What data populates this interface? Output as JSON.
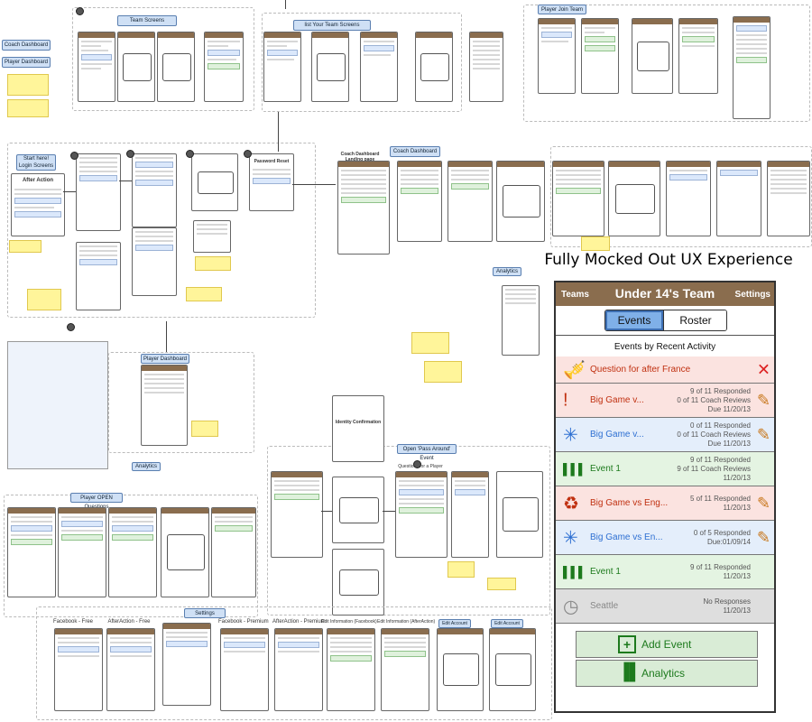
{
  "headline": "Fully Mocked Out UX Experience",
  "labels": {
    "team_screens": "Team Screens",
    "list_your_team": "list Your Team Screens",
    "player_join_team": "Player Join Team",
    "coach_dashboard": "Coach Dashboard",
    "player_dashboard": "Player Dashboard",
    "start_login": "Start here! Login Screens",
    "after_action": "After Action",
    "coach_dashboard_landing": "Coach Dashboard Landing page",
    "coach_dashboard2": "Coach Dashboard",
    "analytics": "Analytics",
    "open_pass_around": "Open 'Pass Around' Event",
    "player_open_questions": "Player OPEN Questions",
    "settings": "Settings",
    "facebook_free": "Facebook - Free",
    "afteraction_free": "AfterAction - Free",
    "facebook_premium": "Facebook - Premium",
    "afteraction_premium": "AfterAction - Premium",
    "edit_info_facebook": "Edit Information (Facebook)",
    "edit_info_afteraction": "Edit Information (AfterAction)",
    "edit_account": "Edit Account",
    "identity_confirmation": "Identity Confirmation",
    "questions_for_player": "Questions for a Player",
    "password_reset": "Password Reset"
  },
  "mockup": {
    "header": {
      "teams": "Teams",
      "title": "Under 14's Team",
      "settings": "Settings"
    },
    "tabs": {
      "events": "Events",
      "roster": "Roster"
    },
    "section_title": "Events by Recent Activity",
    "events": [
      {
        "icon": "trumpet-icon",
        "glyph": "🎺",
        "name": "Question for after France",
        "line1": "",
        "line2": "",
        "line3": "",
        "action": "✕",
        "action_name": "delete-icon",
        "bg": "#fbe3e0",
        "name_color": "#c03010",
        "action_color": "#d22"
      },
      {
        "icon": "exclamation-icon",
        "glyph": "!",
        "name": "Big Game v...",
        "line1": "9 of 11 Responded",
        "line2": "0 of 11 Coach Reviews",
        "line3": "Due 11/20/13",
        "action": "✎",
        "action_name": "edit-icon",
        "bg": "#fbe3e0",
        "name_color": "#c03010",
        "action_color": "#c8781e"
      },
      {
        "icon": "sparkle-icon",
        "glyph": "✳",
        "name": "Big Game v...",
        "line1": "0 of 11 Responded",
        "line2": "0 of 11 Coach Reviews",
        "line3": "Due 11/20/13",
        "action": "✎",
        "action_name": "edit-icon",
        "bg": "#e4eefb",
        "name_color": "#2d6fd2",
        "action_color": "#c8781e"
      },
      {
        "icon": "bar-chart-icon",
        "glyph": "▌▌▌",
        "name": "Event 1",
        "line1": "9 of 11 Responded",
        "line2": "9 of 11 Coach Reviews",
        "line3": "11/20/13",
        "action": "",
        "action_name": "",
        "bg": "#e4f4e2",
        "name_color": "#1d7a1d",
        "action_color": "#1d7a1d"
      },
      {
        "icon": "recycle-icon",
        "glyph": "♻",
        "name": "Big Game vs Eng...",
        "line1": "5 of 11 Responded",
        "line2": "11/20/13",
        "line3": "",
        "action": "✎",
        "action_name": "edit-icon",
        "bg": "#fbe3e0",
        "name_color": "#c03010",
        "action_color": "#c8781e"
      },
      {
        "icon": "sparkle-icon",
        "glyph": "✳",
        "name": "Big Game vs En...",
        "line1": "0 of 5 Responded",
        "line2": "Due:01/09/14",
        "line3": "",
        "action": "✎",
        "action_name": "edit-icon",
        "bg": "#e4eefb",
        "name_color": "#2d6fd2",
        "action_color": "#c8781e"
      },
      {
        "icon": "bar-chart-icon",
        "glyph": "▌▌▌",
        "name": "Event 1",
        "line1": "9 of 11 Responded",
        "line2": "11/20/13",
        "line3": "",
        "action": "",
        "action_name": "",
        "bg": "#e4f4e2",
        "name_color": "#1d7a1d",
        "action_color": "#1d7a1d"
      },
      {
        "icon": "clock-icon",
        "glyph": "◷",
        "name": "Seattle",
        "line1": "No Responses",
        "line2": "11/20/13",
        "line3": "",
        "action": "",
        "action_name": "",
        "bg": "#dedede",
        "name_color": "#888",
        "action_color": "#888"
      }
    ],
    "add_event": "Add Event",
    "analytics": "Analytics"
  },
  "colors": {
    "brown": "#8a6d4e",
    "accent_blue": "#7fb0e8",
    "green": "#1d7a1d",
    "red": "#c03010",
    "orange": "#c8781e"
  }
}
